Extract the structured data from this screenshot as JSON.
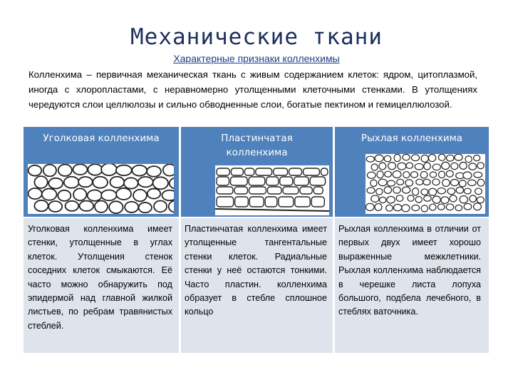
{
  "title": "Механические ткани",
  "subtitle": "Характерные признаки колленхимы",
  "intro": "Колленхима – первичная механическая ткань с живым содержанием клеток: ядром, цитоплазмой, иногда с хлоропластами, с неравномерно утолщенными клеточными стенками. В утолщениях чередуются слои целлюлозы и сильно обводненные слои, богатые пектином и гемицеллюлозой.",
  "columns": [
    {
      "header": "Уголковая колленхима",
      "image": "angular-collenchyma-drawing",
      "description": "Уголковая колленхима имеет стенки, утолщенные в углах клеток. Утолщения стенок соседних клеток смыкаются. Её часто можно обнаружить под эпидермой над главной жилкой листьев, по ребрам травянистых стеблей."
    },
    {
      "header": "Пластинчатая колленхима",
      "image": "lamellar-collenchyma-drawing",
      "description": "Пластинчатая колленхима имеет утолщенные тангентальные стенки клеток. Радиальные стенки у неё остаются тонкими. Часто пластин. колленхима образует в стебле сплошное кольцо"
    },
    {
      "header": "Рыхлая колленхима",
      "image": "loose-collenchyma-drawing",
      "description": "Рыхлая колленхима в отличии от первых двух имеет хорошо выраженные межклетники. Рыхлая колленхима наблюдается в черешке листа лопуха большого, подбела лечебного, в стеблях ваточника."
    }
  ],
  "colors": {
    "title": "#1d2f5c",
    "subtitle": "#1f3a86",
    "header_bg": "#4f81bd",
    "body_bg": "#dfe3ec"
  }
}
